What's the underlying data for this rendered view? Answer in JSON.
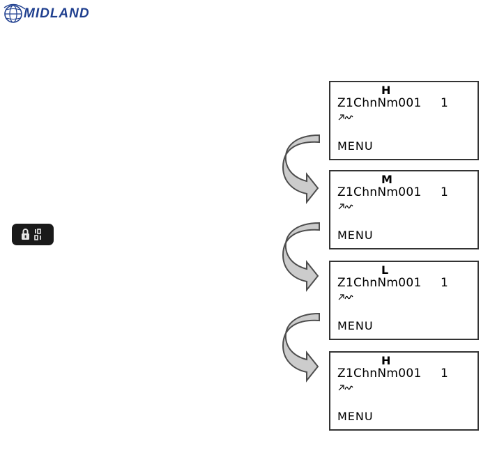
{
  "header": {
    "brand": "MIDLAND"
  },
  "key_icon": {
    "name": "lock-key-icon"
  },
  "screens": [
    {
      "power": "H",
      "channel_name": "Z1ChnNm001",
      "channel_number": "1",
      "menu": "MENU"
    },
    {
      "power": "M",
      "channel_name": "Z1ChnNm001",
      "channel_number": "1",
      "menu": "MENU"
    },
    {
      "power": "L",
      "channel_name": "Z1ChnNm001",
      "channel_number": "1",
      "menu": "MENU"
    },
    {
      "power": "H",
      "channel_name": "Z1ChnNm001",
      "channel_number": "1",
      "menu": "MENU"
    }
  ],
  "colors": {
    "brand": "#1f3f8f",
    "arrow_fill": "#cccccc"
  }
}
